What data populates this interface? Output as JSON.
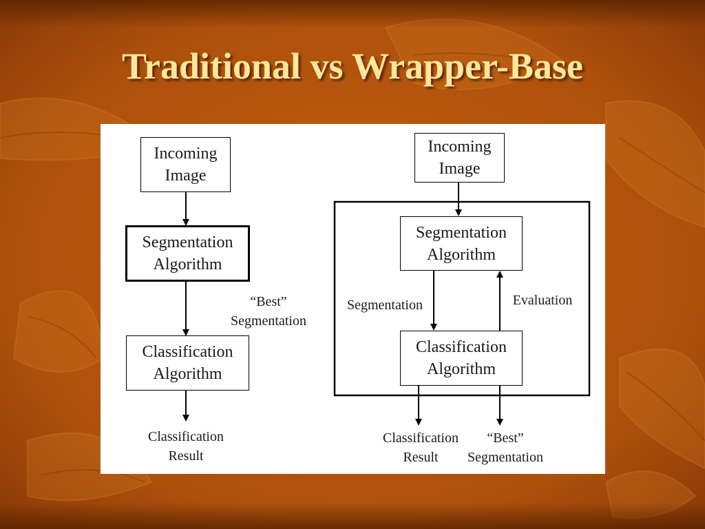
{
  "slide": {
    "title": "Traditional vs Wrapper-Base"
  },
  "traditional": {
    "incoming": {
      "line1": "Incoming",
      "line2": "Image"
    },
    "segmentation": {
      "line1": "Segmentation",
      "line2": "Algorithm"
    },
    "edge_label": {
      "line1": "“Best”",
      "line2": "Segmentation"
    },
    "classification": {
      "line1": "Classification",
      "line2": "Algorithm"
    },
    "result": {
      "line1": "Classification",
      "line2": "Result"
    }
  },
  "wrapper": {
    "incoming": {
      "line1": "Incoming",
      "line2": "Image"
    },
    "segmentation": {
      "line1": "Segmentation",
      "line2": "Algorithm"
    },
    "down_label": "Segmentation",
    "up_label": "Evaluation",
    "classification": {
      "line1": "Classification",
      "line2": "Algorithm"
    },
    "result": {
      "line1": "Classification",
      "line2": "Result"
    },
    "best_output": {
      "line1": "“Best”",
      "line2": "Segmentation"
    }
  },
  "theme": {
    "background": "#b0520e",
    "title_color": "#fde79a"
  }
}
